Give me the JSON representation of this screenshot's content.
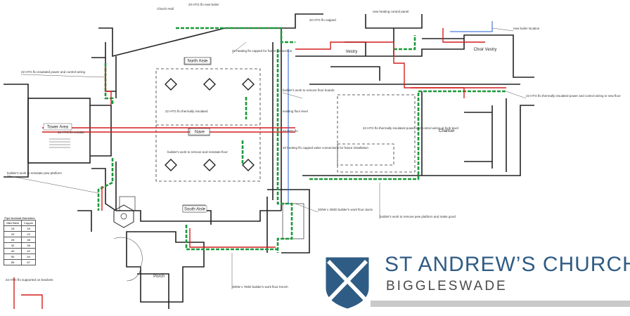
{
  "logo": {
    "name": "ST ANDREW’S CHURCH",
    "town": "BIGGLESWADE",
    "colors": {
      "name": "#2f5c84",
      "shield": "#2f5c84",
      "saltire": "#ffffff",
      "town": "#4a4a4a",
      "bar": "#c9c9c9"
    }
  },
  "plan": {
    "rooms": {
      "tower": "Tower Area",
      "nave": "Nave",
      "north_aisle": "North Aisle",
      "south_aisle": "South Aisle",
      "porch": "Porch",
      "chancel": "Chancel",
      "choir_vestry": "Choir Vestry",
      "vestry": "Vestry",
      "church_hall": "Church Hall"
    },
    "key_table": {
      "title": "Pipe Nominal Diameters",
      "headers": [
        "Mild Steel",
        "Copper"
      ],
      "rows": [
        [
          "15",
          "15"
        ],
        [
          "20",
          "22"
        ],
        [
          "25",
          "28"
        ],
        [
          "32",
          "35"
        ],
        [
          "40",
          "42"
        ],
        [
          "50",
          "54"
        ],
        [
          "65",
          "67"
        ]
      ]
    },
    "notes": {
      "n1": "22 HTG flo insulated power and control wiring",
      "n2": "32 heating flo capped for future connection",
      "n3": "builder's work to remove and reinstate floor",
      "n4": "22 HTG flo thermally insulated",
      "n5": "20 HTG flo new boiler",
      "n6": "new heating control panel",
      "n7": "32 HTG flo capped",
      "n8": "builder's work to remove floor boards",
      "n9": "existing floor level",
      "n10": "builder's work to remove pew platform and make good",
      "n11": "22 HTG flo thermally insulated power and control wiring at high level",
      "n12": "32 heating flo capped valve connections for future installation",
      "n13": "22 HTG flo",
      "n14": "builder's work to reinstate pew platform",
      "n15": "22 HTG flo conduit",
      "n16": "200W x 300D builder's work floor ducts",
      "n17": "300W x 750D builder's work floor trench",
      "n18": "22 HTG flo thermally insulated power and control wiring in new floor",
      "n19": "22 HTG flo supported on brackets",
      "n20": "new boiler location"
    }
  }
}
